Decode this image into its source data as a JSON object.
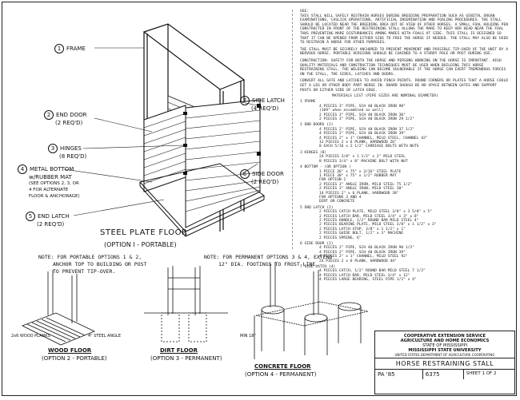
{
  "main_view": {
    "callouts": {
      "frame": {
        "num": "1",
        "label": "FRAME"
      },
      "end_door": {
        "num": "2",
        "label": "END DOOR",
        "sub": "(2 REQ'D)"
      },
      "hinges": {
        "num": "3",
        "label": "HINGES",
        "sub": "(8 REQ'D)"
      },
      "metal_bottom": {
        "num": "4",
        "label": "METAL BOTTOM",
        "sub": "w/RUBBER MAT",
        "sub2": "(SEE OPTIONS 2, 3, OR",
        "sub3": "4 FOR ALTERNATE",
        "sub4": "FLOOR & ANCHORAGE)"
      },
      "end_latch": {
        "num": "5",
        "label": "END LATCH",
        "sub": "(2 REQ'D)"
      },
      "side_latch": {
        "num": "7",
        "label": "SIDE LATCH",
        "sub": "(4 REQ'D)"
      },
      "side_door": {
        "num": "6",
        "label": "SIDE DOOR",
        "sub": "(2 REQ'D)"
      }
    },
    "caption": "STEEL PLATE FLOOR",
    "caption_sub": "(OPTION I - PORTABLE)"
  },
  "notes": {
    "portable": [
      "NOTE: FOR PORTABLE OPTIONS 1 & 2,",
      "ANCHOR TOP TO BUILDING OR POST",
      "TO PREVENT TIP-OVER."
    ],
    "permanent": [
      "NOTE: FOR PERMANENT OPTIONS 3 & 4, EXTEND",
      "12\" DIA. FOOTINGS TO FROST LINE."
    ]
  },
  "details": {
    "wood_floor": {
      "title": "WOOD FLOOR",
      "sub": "(OPTION 2 - PORTABLE)",
      "label_left": "2x6 WOOD PLANKS",
      "label_right": "4\" STEEL ANGLE"
    },
    "dirt_floor": {
      "title": "DIRT FLOOR",
      "sub": "(OPTION 3 - PERMANENT)"
    },
    "concrete_floor": {
      "title": "CONCRETE FLOOR",
      "sub": "(OPTION 4 - PERMANENT)",
      "dim": "MIN 18\""
    }
  },
  "use_text": {
    "heading": "USE:",
    "paragraphs": [
      "THIS STALL WILL SAFELY RESTRAIN HORSES DURING BREEDING PREPARATION SUCH AS GENITAL ORGAN EXAMINATIONS, CASLICK OPERATIONS, ARTIFICIAL INSEMINATION AND FOALING PROCEDURES. THE STALL SHOULD BE LOCATED NEAR THE BREEDING AREA OUT OF VIEW OF OTHER HORSES. A SMALL FOAL HOLDING PEN CONSTRUCTED IN FRONT OF THE RESTRAINING STALL ALLOWS THE MARE TO KEEP HER HEAD NEAR THE FOAL THUS PREVENTING MARE DISTURBANCES AMONG MARES WITH FOALS AT SIDE. THIS STALL IS DESIGNED SO THAT IT CAN BE OPENED FROM EITHER SIDE TO FREE THE HORSE IF NEEDED. THE STALL MAY ALSO BE USED TO RESTRAIN A HORSE FOR OTHER PURPOSES.",
      "THE STALL MUST BE SECURELY ANCHORED TO PREVENT MOVEMENT AND POSSIBLE TIP-OVER OF THE UNIT BY A NERVOUS HORSE. PORTABLE VERSIONS SHOULD BE CHAINED TO A STURDY POLE OR POST DURING USE.",
      "CONSTRUCTION: SAFETY FOR BOTH THE HORSE AND PERSONS WORKING ON THE HORSE IS IMPORTANT. HIGH QUALITY MATERIALS AND CONSTRUCTION TECHNIQUES MUST BE USED WHEN BUILDING THIS HORSE RESTRAINING STALL. THE WELDING CAN BECOME VULNERABLE IF THE HORSE CAN EXERT TREMENDOUS FORCES ON THE STALL, THE SIDES, LATCHES AND DOORS.",
      "CONVERT ALL GATE AND LATCHES TO AVOID PINCH POINTS. ROUND CORNERS OR PLATES THAT A HORSE COULD GET A LEG OR OTHER BODY PART WEDGE IN. BOARD SHOULD BE NO SPACE BETWEEN GATES AND SUPPORT POSTS OR EITHER SIDE OF LATCH EDGE."
    ]
  },
  "materials": {
    "heading": "MATERIALS LIST (PIPE SIZES ARE NOMINAL DIAMETER)",
    "sections": [
      {
        "title": "1 FRAME",
        "items": [
          "4 PIECES  3\" PIPE, SCH 40 BLACK IRON 90\"",
          "(169\" when assembled as well)",
          "2 PIECES  3\" PIPE, SCH 40 BLACK IRON 30\"",
          "2 PIECES  3\" PIPE, SCH 40 BLACK IRON 29 1/2\""
        ]
      },
      {
        "title": "2 END DOORS (2)",
        "items": [
          "4 PIECES  2\" PIPE, SCH 40 BLACK IRON 37 1/2\"",
          "4 PIECES  2\" PIPE, SCH 40 BLACK IRON 39\"",
          "4 PIECES  2\" x 1\" CHANNEL, MILD STEEL, CHANNEL 42\"",
          "12 PIECES  2 x 6 PLANK, HARDWOOD 26\"",
          "8 EACH  5/16 x 2 1/2\" CARRIAGE BOLTS WITH NUTS"
        ]
      },
      {
        "title": "3 HINGES (8)",
        "items": [
          "24 PIECES  3/8\" x 1 1/2\" x 2\" MILD STEEL",
          "8 PIECES  3/4\" x 8\" MACHINE BOLT WITH NUT"
        ]
      },
      {
        "title": "4 BOTTOM - (OR OPTION )",
        "items": [
          "1 PIECE  36\" x 75\" x 3/16\" STEEL PLATE",
          "1 PIECE  30\" x 75\" x 1/2\" RUBBER MAT",
          "FOR OPTION 2",
          "2 PIECES  3\" ANGLE IRON, MILD STEEL 75 1/2\"",
          "2 PIECES  3\" ANGLE IRON, MILD STEEL 30\"",
          "14 PIECES  2\" x 6 PLANK, HARDWOOD 30\"",
          "FOR OPTIONS 3 AND 4",
          "DIRT OR CONCRETE"
        ]
      },
      {
        "title": "5 END LATCH (2)",
        "items": [
          "2 PIECES  CATCH PLATE, MILD STEEL 3/8\" x 3 5/8\" x 5\"",
          "2 PIECES  LATCH BAR, MILD STEEL 3/4\" x 3\" x 8\"",
          "2 PIECES  HANDLE, 1/2\" ROUND BAR MILD STEEL 4\"",
          "2 PIECES  BEARING PLATE, MILD STEEL 3/8\" x 1 1/2\" x 3\"",
          "2 PIECES  LATCH STOP, 3/8\" x 1 1/2\" x 1\"",
          "2 PIECES  GUIDE BOLT, 1/2\" x 3\" MACHINE",
          "2 PIECES  SPRING, 6\""
        ]
      },
      {
        "title": "6 SIDE DOOR (2)",
        "items": [
          "4 PIECES  2\" PIPE, SCH 40 BLACK IRON 90 1/2\"",
          "4 PIECES  2\" PIPE, SCH 40 BLACK IRON 39\"",
          "4 PIECES  2\" x 1\" CHANNEL, MILD STEEL 92\"",
          "24 PIECES  2 x 6 PLANK, HARDWOOD 44\""
        ]
      },
      {
        "title": "7 SIDE LATCH (4)",
        "items": [
          "4 PIECES  CATCH, 1/2\" ROUND BAR MILD STEEL 7 1/2\"",
          "4 PIECES  LATCH BAR, MILD STEEL 3/4\" x 12\"",
          "4 PIECES  LARGE BEARING, STEEL PIPE 1/2\" x 4\""
        ]
      }
    ]
  },
  "title_block": {
    "org_lines": [
      "COOPERATIVE EXTENSION SERVICE",
      "AGRICULTURE AND HOME ECONOMICS",
      "STATE OF MISSISSIPPI",
      "MISSISSIPPI STATE UNIVERSITY",
      "UNITED STATES DEPARTMENT OF AGRICULTURE COOPERATING"
    ],
    "drawing_title": "HORSE RESTRAINING STALL",
    "plan_no": "PA '85",
    "number": "6375",
    "sheet": "SHEET 1 OF 2"
  }
}
